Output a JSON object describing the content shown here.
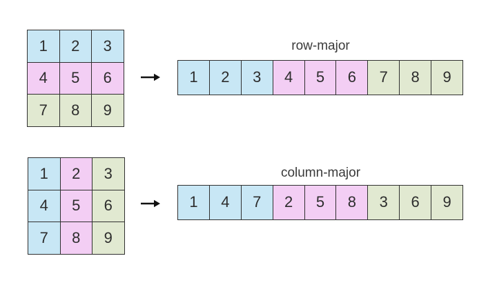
{
  "background": "#ffffff",
  "colors": {
    "blue": "#c8e7f5",
    "pink": "#f3cef4",
    "green": "#e1e9d1",
    "border": "#2f2f2f",
    "text": "#2d2d2d",
    "arrow": "#111111"
  },
  "icons": {
    "flow_arrow": "→"
  },
  "sections": [
    {
      "label": "row-major",
      "matrix": [
        {
          "value": "1",
          "color": "blue"
        },
        {
          "value": "2",
          "color": "blue"
        },
        {
          "value": "3",
          "color": "blue"
        },
        {
          "value": "4",
          "color": "pink"
        },
        {
          "value": "5",
          "color": "pink"
        },
        {
          "value": "6",
          "color": "pink"
        },
        {
          "value": "7",
          "color": "green"
        },
        {
          "value": "8",
          "color": "green"
        },
        {
          "value": "9",
          "color": "green"
        }
      ],
      "array": [
        {
          "value": "1",
          "color": "blue"
        },
        {
          "value": "2",
          "color": "blue"
        },
        {
          "value": "3",
          "color": "blue"
        },
        {
          "value": "4",
          "color": "pink"
        },
        {
          "value": "5",
          "color": "pink"
        },
        {
          "value": "6",
          "color": "pink"
        },
        {
          "value": "7",
          "color": "green"
        },
        {
          "value": "8",
          "color": "green"
        },
        {
          "value": "9",
          "color": "green"
        }
      ]
    },
    {
      "label": "column-major",
      "matrix": [
        {
          "value": "1",
          "color": "blue"
        },
        {
          "value": "2",
          "color": "pink"
        },
        {
          "value": "3",
          "color": "green"
        },
        {
          "value": "4",
          "color": "blue"
        },
        {
          "value": "5",
          "color": "pink"
        },
        {
          "value": "6",
          "color": "green"
        },
        {
          "value": "7",
          "color": "blue"
        },
        {
          "value": "8",
          "color": "pink"
        },
        {
          "value": "9",
          "color": "green"
        }
      ],
      "array": [
        {
          "value": "1",
          "color": "blue"
        },
        {
          "value": "4",
          "color": "blue"
        },
        {
          "value": "7",
          "color": "blue"
        },
        {
          "value": "2",
          "color": "pink"
        },
        {
          "value": "5",
          "color": "pink"
        },
        {
          "value": "8",
          "color": "pink"
        },
        {
          "value": "3",
          "color": "green"
        },
        {
          "value": "6",
          "color": "green"
        },
        {
          "value": "9",
          "color": "green"
        }
      ]
    }
  ]
}
